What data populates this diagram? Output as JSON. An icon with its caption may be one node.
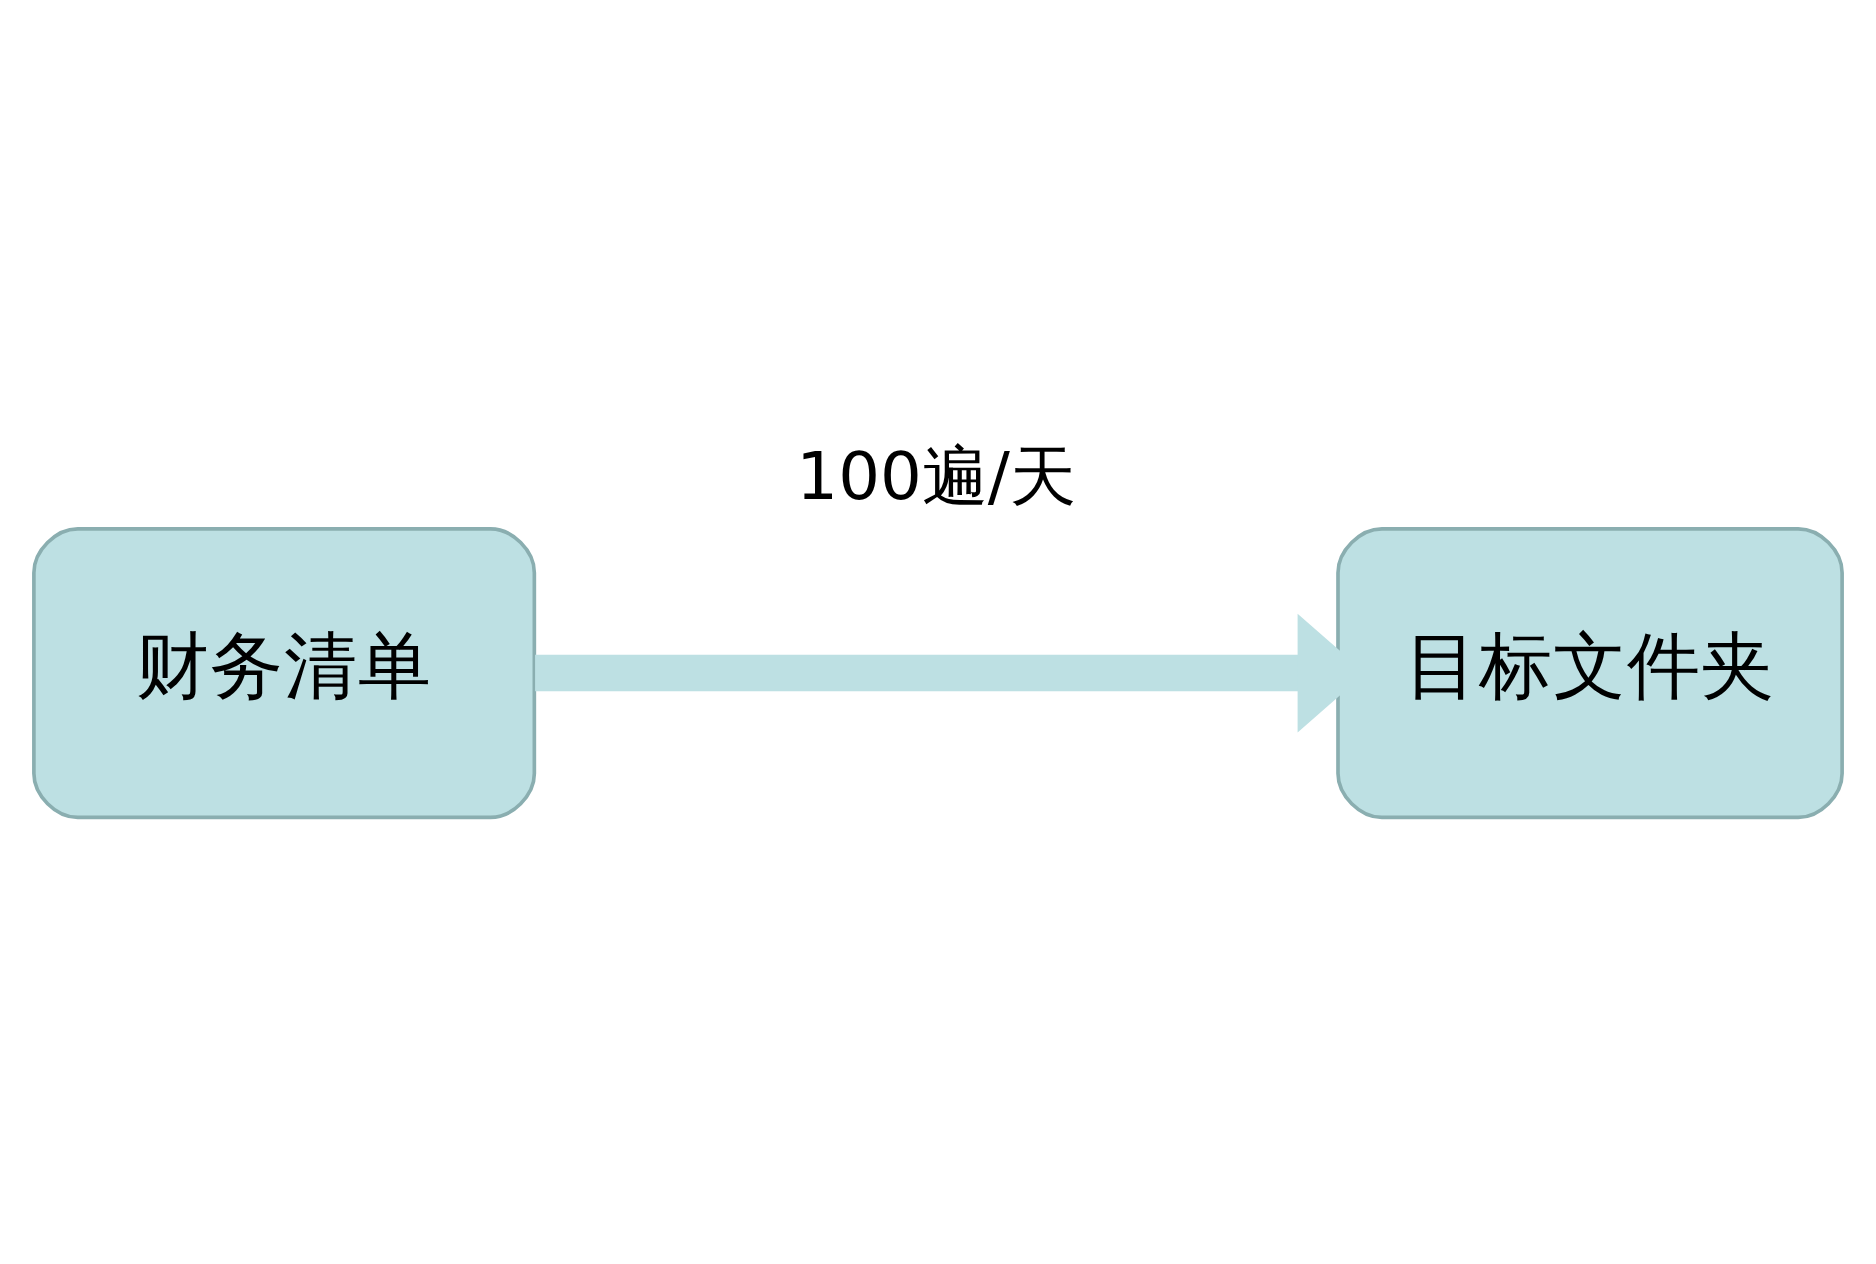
{
  "diagram": {
    "nodes": [
      {
        "text": [
          "财务清单"
        ]
      },
      {
        "text": [
          "目标文件夹"
        ]
      }
    ],
    "edges": [
      {
        "from": 0,
        "to": 1,
        "arrow": "to",
        "label": "100遍/天"
      }
    ]
  }
}
